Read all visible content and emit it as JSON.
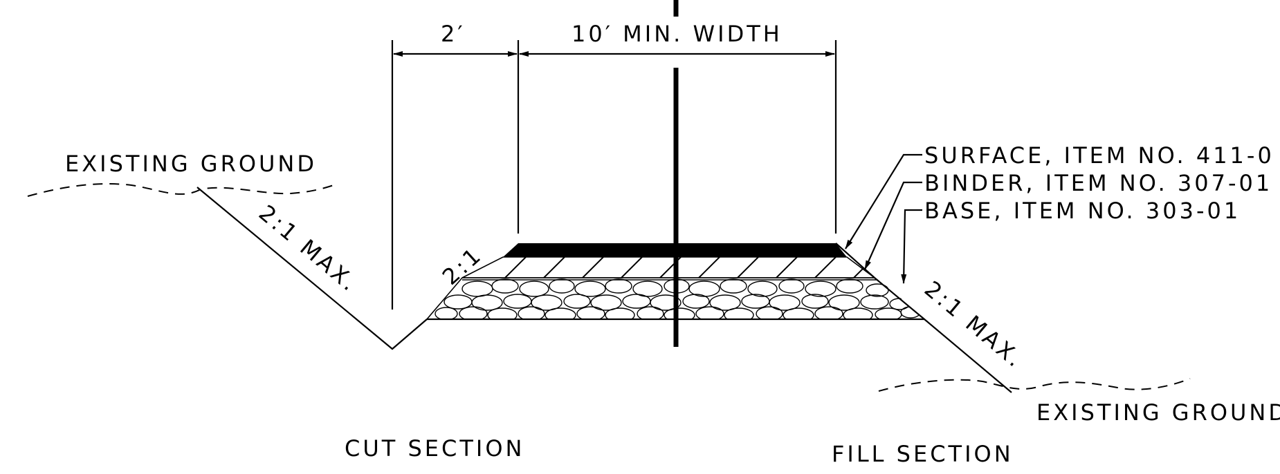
{
  "labels": {
    "dim_left": "2′",
    "dim_right": "10′ MIN. WIDTH",
    "existing_ground_left": "EXISTING GROUND",
    "existing_ground_right": "EXISTING GROUND",
    "slope_left": "2:1 MAX.",
    "slope_inner": "2:1",
    "slope_right": "2:1 MAX.",
    "surface": "SURFACE, ITEM NO. 411-0",
    "binder": "BINDER, ITEM NO. 307-01",
    "base": "BASE, ITEM NO. 303-01",
    "cut_section": "CUT SECTION",
    "fill_section": "FILL SECTION"
  }
}
